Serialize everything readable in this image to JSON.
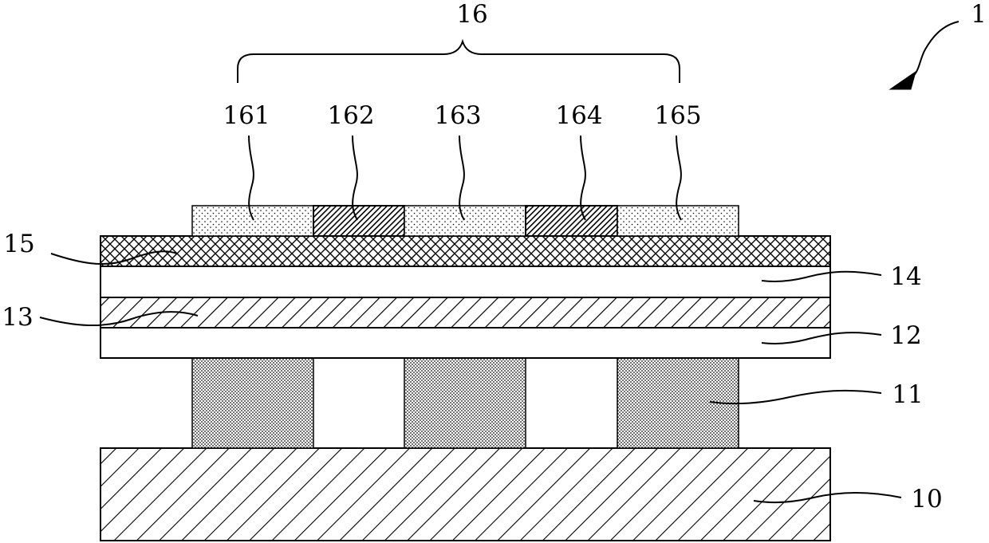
{
  "figure": {
    "device_label": "1",
    "group_label": "16",
    "segment_labels": [
      "161",
      "162",
      "163",
      "164",
      "165"
    ],
    "layer_labels": {
      "substrate": "10",
      "pillars": "11",
      "layer_12": "12",
      "layer_13": "13",
      "layer_14": "14",
      "layer_15": "15"
    }
  },
  "colors": {
    "ink": "#000000",
    "background": "#ffffff"
  }
}
